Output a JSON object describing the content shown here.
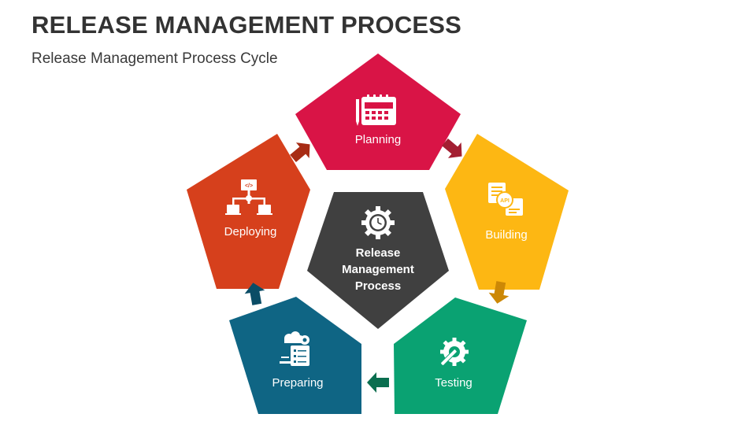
{
  "header": {
    "title": "RELEASE MANAGEMENT PROCESS",
    "subtitle": "Release Management Process Cycle"
  },
  "center": {
    "lines": [
      "Release",
      "Management",
      "Process"
    ],
    "color": "#404040",
    "icon": "gear-clock-icon"
  },
  "stages": [
    {
      "label": "Planning",
      "color": "#d91446",
      "icon": "calendar-icon",
      "icon_text": "Planning"
    },
    {
      "label": "Building",
      "color": "#fdb713",
      "icon": "api-documents-icon",
      "icon_text": "API"
    },
    {
      "label": "Testing",
      "color": "#0aa272",
      "icon": "wrench-gear-icon"
    },
    {
      "label": "Preparing",
      "color": "#0f6584",
      "icon": "checklist-gear-icon"
    },
    {
      "label": "Deploying",
      "color": "#d6401c",
      "icon": "network-hierarchy-icon",
      "icon_text": "</>"
    }
  ],
  "arrows": [
    {
      "color": "#a31f32"
    },
    {
      "color": "#cc8806"
    },
    {
      "color": "#0a6e4f"
    },
    {
      "color": "#0b4d66"
    },
    {
      "color": "#a72c14"
    }
  ]
}
